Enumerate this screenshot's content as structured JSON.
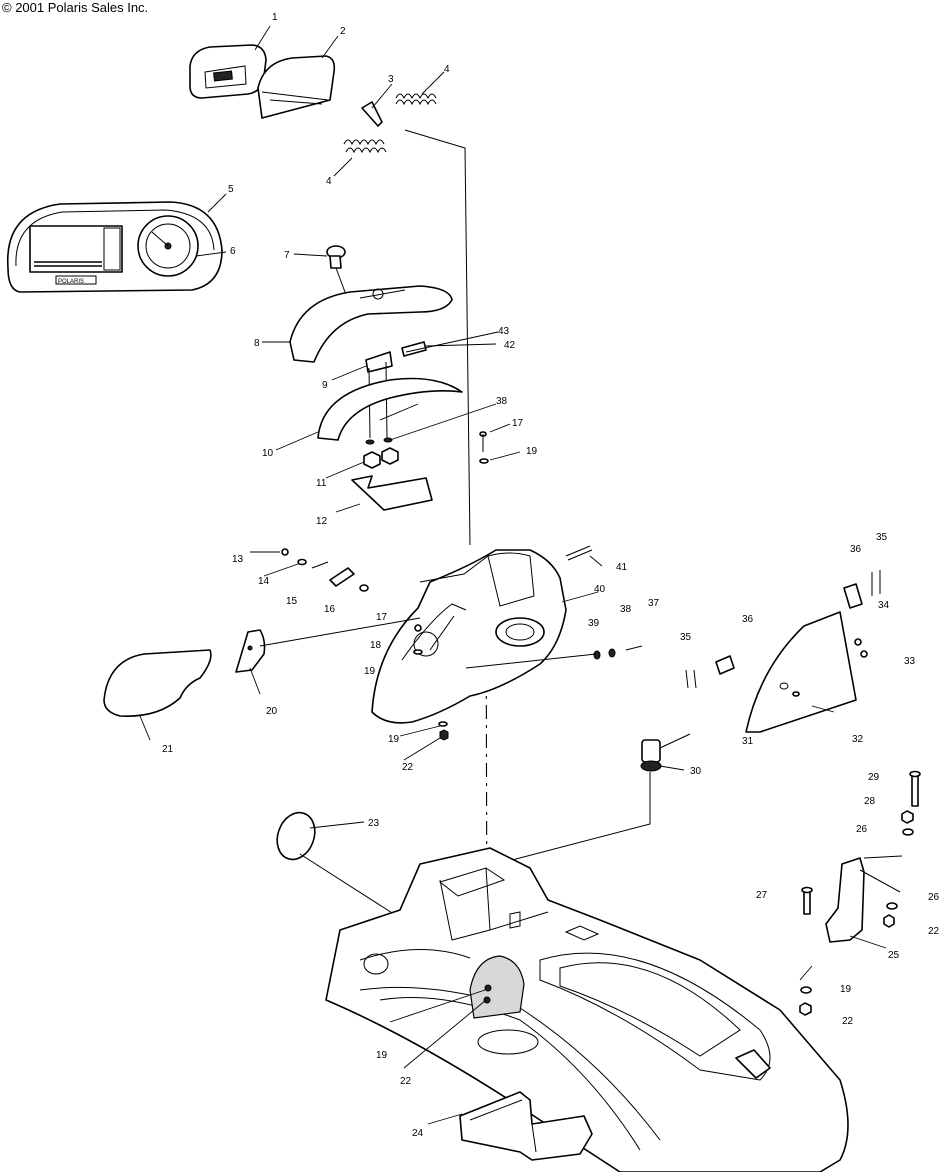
{
  "copyright": "© 2001 Polaris Sales Inc.",
  "gauge_brand": "POLARIS",
  "callouts": [
    {
      "id": "c1",
      "text": "1"
    },
    {
      "id": "c2",
      "text": "2"
    },
    {
      "id": "c3",
      "text": "3"
    },
    {
      "id": "c4a",
      "text": "4"
    },
    {
      "id": "c4b",
      "text": "4"
    },
    {
      "id": "c5",
      "text": "5"
    },
    {
      "id": "c6",
      "text": "6"
    },
    {
      "id": "c7",
      "text": "7"
    },
    {
      "id": "c8",
      "text": "8"
    },
    {
      "id": "c9",
      "text": "9"
    },
    {
      "id": "c10",
      "text": "10"
    },
    {
      "id": "c11",
      "text": "11"
    },
    {
      "id": "c12",
      "text": "12"
    },
    {
      "id": "c13",
      "text": "13"
    },
    {
      "id": "c14",
      "text": "14"
    },
    {
      "id": "c15",
      "text": "15"
    },
    {
      "id": "c16",
      "text": "16"
    },
    {
      "id": "c17a",
      "text": "17"
    },
    {
      "id": "c17b",
      "text": "17"
    },
    {
      "id": "c18",
      "text": "18"
    },
    {
      "id": "c19a",
      "text": "19"
    },
    {
      "id": "c19b",
      "text": "19"
    },
    {
      "id": "c19c",
      "text": "19"
    },
    {
      "id": "c19d",
      "text": "19"
    },
    {
      "id": "c19e",
      "text": "19"
    },
    {
      "id": "c20",
      "text": "20"
    },
    {
      "id": "c21",
      "text": "21"
    },
    {
      "id": "c22a",
      "text": "22"
    },
    {
      "id": "c22b",
      "text": "22"
    },
    {
      "id": "c22c",
      "text": "22"
    },
    {
      "id": "c22d",
      "text": "22"
    },
    {
      "id": "c23",
      "text": "23"
    },
    {
      "id": "c24",
      "text": "24"
    },
    {
      "id": "c25",
      "text": "25"
    },
    {
      "id": "c26a",
      "text": "26"
    },
    {
      "id": "c26b",
      "text": "26"
    },
    {
      "id": "c27",
      "text": "27"
    },
    {
      "id": "c28",
      "text": "28"
    },
    {
      "id": "c29",
      "text": "29"
    },
    {
      "id": "c30",
      "text": "30"
    },
    {
      "id": "c31",
      "text": "31"
    },
    {
      "id": "c32",
      "text": "32"
    },
    {
      "id": "c33",
      "text": "33"
    },
    {
      "id": "c34",
      "text": "34"
    },
    {
      "id": "c35a",
      "text": "35"
    },
    {
      "id": "c35b",
      "text": "35"
    },
    {
      "id": "c36a",
      "text": "36"
    },
    {
      "id": "c36b",
      "text": "36"
    },
    {
      "id": "c37",
      "text": "37"
    },
    {
      "id": "c38a",
      "text": "38"
    },
    {
      "id": "c38b",
      "text": "38"
    },
    {
      "id": "c39",
      "text": "39"
    },
    {
      "id": "c40",
      "text": "40"
    },
    {
      "id": "c41",
      "text": "41"
    },
    {
      "id": "c42",
      "text": "42"
    },
    {
      "id": "c43",
      "text": "43"
    }
  ]
}
